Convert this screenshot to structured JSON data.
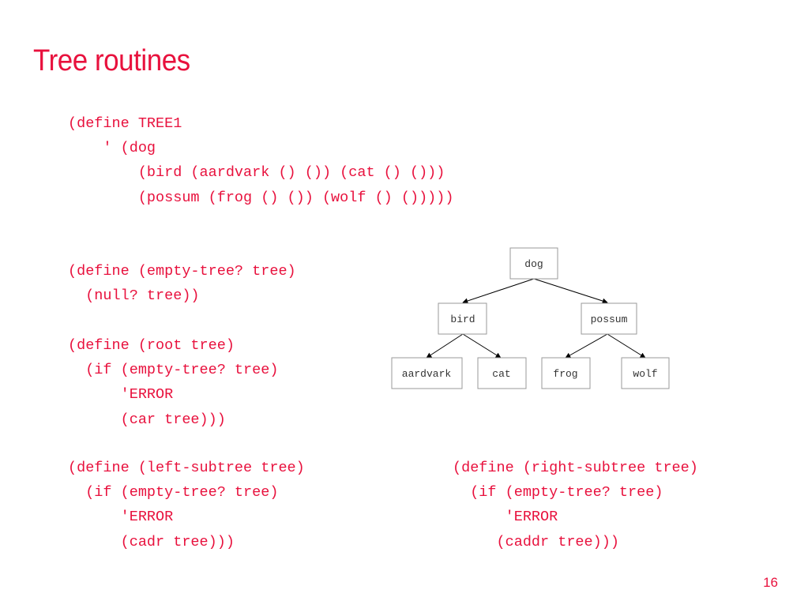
{
  "slide": {
    "title": "Tree routines",
    "page_number": "16",
    "accent_color": "#e8113d"
  },
  "code": {
    "tree1": "(define TREE1\n    ' (dog\n        (bird (aardvark () ()) (cat () ()))\n        (possum (frog () ()) (wolf () ()))))",
    "empty_tree": "(define (empty-tree? tree)\n  (null? tree))",
    "root": "(define (root tree)\n  (if (empty-tree? tree)\n      'ERROR\n      (car tree)))",
    "left_subtree": "(define (left-subtree tree)\n  (if (empty-tree? tree)\n      'ERROR\n      (cadr tree)))",
    "right_subtree": "(define (right-subtree tree)\n  (if (empty-tree? tree)\n      'ERROR\n     (caddr tree)))"
  },
  "tree_diagram": {
    "nodes": {
      "dog": "dog",
      "bird": "bird",
      "possum": "possum",
      "aardvark": "aardvark",
      "cat": "cat",
      "frog": "frog",
      "wolf": "wolf"
    }
  }
}
